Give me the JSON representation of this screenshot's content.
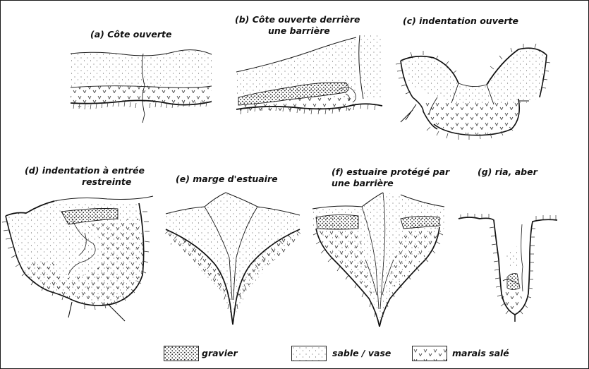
{
  "captions": {
    "a": "(a) Côte ouverte",
    "b_line1": "(b) Côte ouverte derrière",
    "b_line2": "une barrière",
    "c": "(c) indentation ouverte",
    "d_line1": "(d) indentation à entrée",
    "d_line2": "restreinte",
    "e": "(e) marge d'estuaire",
    "f_line1": "(f) estuaire protégé par",
    "f_line2": "une barrière",
    "g": "(g) ria, aber"
  },
  "legend": {
    "items": [
      {
        "label": "gravier",
        "pattern": "gravel-pattern"
      },
      {
        "label": "sable / vase",
        "pattern": "sand-pattern"
      },
      {
        "label": "marais salé",
        "pattern": "marsh-pattern"
      }
    ]
  },
  "colors": {
    "line": "#1a1a1a",
    "background": "#ffffff"
  }
}
